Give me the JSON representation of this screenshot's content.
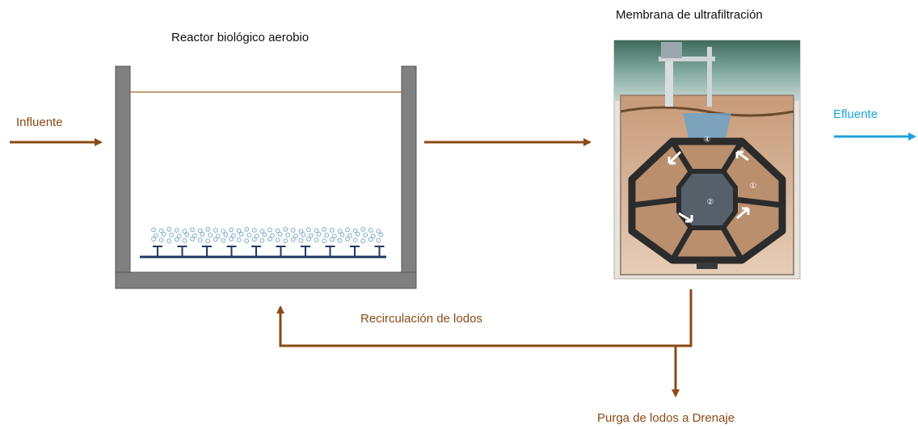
{
  "labels": {
    "reactor_title": "Reactor biológico aerobio",
    "membrane_title": "Membrana de ultrafiltración",
    "influent": "Influente",
    "effluent": "Efluente",
    "recirculation": "Recirculación de lodos",
    "purge": "Purga de lodos a Drenaje"
  },
  "membrane_markers": [
    "④",
    "①",
    "②"
  ],
  "colors": {
    "flow_brown": "#8B4A14",
    "effluent_blue": "#1BA3DB",
    "tank_gray": "#808080",
    "water_line": "#B07A4A",
    "bubble_blue": "#7FA9C9",
    "diffuser_navy": "#1F3864"
  },
  "icons": [
    "arrow-right-icon",
    "arrow-up-icon",
    "arrow-down-icon",
    "air-bubbles-icon",
    "diffuser-icon",
    "membrane-module-icon"
  ]
}
